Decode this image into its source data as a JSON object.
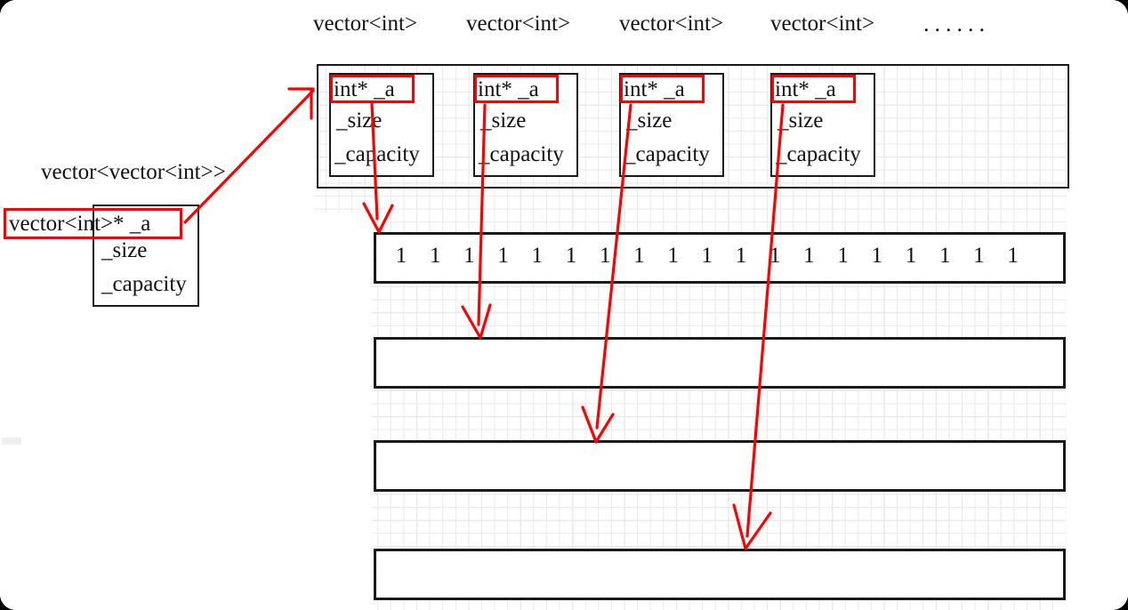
{
  "diagram": {
    "title_labels": {
      "outer_vector_type": "vector<vector<int>>",
      "inner_vector_types": [
        "vector<int>",
        "vector<int>",
        "vector<int>",
        "vector<int>"
      ],
      "ellipsis": "......"
    },
    "outer_vector_struct": {
      "name": "vector<vector<int>> object",
      "fields": [
        {
          "text": "vector<int>*  _a",
          "highlighted": true
        },
        {
          "text": "_size",
          "highlighted": false
        },
        {
          "text": "_capacity",
          "highlighted": false
        }
      ]
    },
    "inner_vector_structs": [
      {
        "index": 0,
        "fields": [
          {
            "text": "int* _a",
            "highlighted": true
          },
          {
            "text": "_size",
            "highlighted": false
          },
          {
            "text": "_capacity",
            "highlighted": false
          }
        ]
      },
      {
        "index": 1,
        "fields": [
          {
            "text": "int* _a",
            "highlighted": true
          },
          {
            "text": "_size",
            "highlighted": false
          },
          {
            "text": "_capacity",
            "highlighted": false
          }
        ]
      },
      {
        "index": 2,
        "fields": [
          {
            "text": "int* _a",
            "highlighted": true
          },
          {
            "text": "_size",
            "highlighted": false
          },
          {
            "text": "_capacity",
            "highlighted": false
          }
        ]
      },
      {
        "index": 3,
        "fields": [
          {
            "text": "int* _a",
            "highlighted": true
          },
          {
            "text": "_size",
            "highlighted": false
          },
          {
            "text": "_capacity",
            "highlighted": false
          }
        ]
      }
    ],
    "heap_rows": [
      {
        "index": 0,
        "name": "row-of-ones",
        "values": [
          "1",
          "1",
          "1",
          "1",
          "1",
          "1",
          "1",
          "1",
          "1",
          "1",
          "1",
          "1",
          "1",
          "1",
          "1",
          "1",
          "1",
          "1",
          "1"
        ]
      },
      {
        "index": 1,
        "name": "empty-row-1",
        "values": []
      },
      {
        "index": 2,
        "name": "empty-row-2",
        "values": []
      },
      {
        "index": 3,
        "name": "empty-row-3",
        "values": []
      }
    ],
    "colors": {
      "highlight": "#ff0000",
      "stroke": "#1a1a1a",
      "background": "#ffffff",
      "grid_minor": "#e9e9e9",
      "grid_major": "#dcdcdc",
      "text": "#111111"
    },
    "arrows": [
      {
        "name": "outer-a-to-first-inner-vector",
        "from": "vector<int>* _a",
        "to": "vector<int> array block"
      },
      {
        "name": "inner0-a-to-row-of-ones",
        "from": "int* _a (0)",
        "to": "row-of-ones"
      },
      {
        "name": "inner1-a-to-empty-row-1",
        "from": "int* _a (1)",
        "to": "empty-row-1"
      },
      {
        "name": "inner2-a-to-empty-row-2",
        "from": "int* _a (2)",
        "to": "empty-row-2"
      },
      {
        "name": "inner3-a-to-empty-row-3",
        "from": "int* _a (3)",
        "to": "empty-row-3"
      }
    ]
  }
}
